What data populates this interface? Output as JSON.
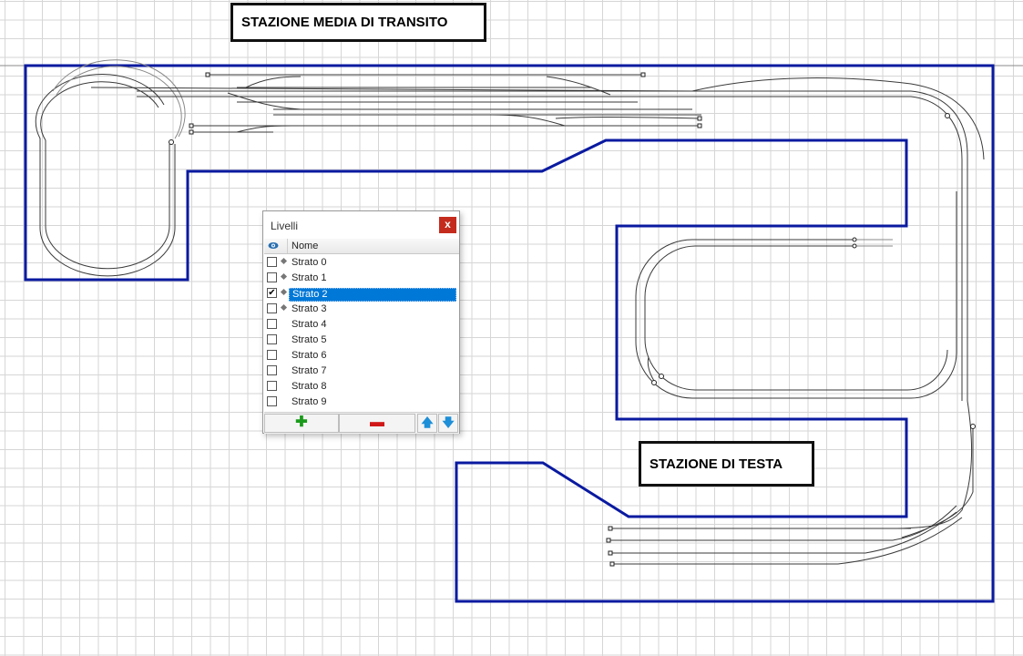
{
  "labels": {
    "transit_station": "STAZIONE MEDIA DI TRANSITO",
    "terminal_station": "STAZIONE DI TESTA"
  },
  "colors": {
    "boundary": "#0a1aa0",
    "track": "#3a3a3a",
    "grid": "#d6d6d6",
    "selection": "#0078d7",
    "close_button": "#c42b1c"
  },
  "layers_panel": {
    "title": "Livelli",
    "close_label": "x",
    "column_header": "Nome",
    "layers": [
      {
        "name": "Strato 0",
        "checked": false,
        "has_marker": true
      },
      {
        "name": "Strato 1",
        "checked": false,
        "has_marker": true
      },
      {
        "name": "Strato 2",
        "checked": true,
        "has_marker": true,
        "selected": true
      },
      {
        "name": "Strato 3",
        "checked": false,
        "has_marker": true
      },
      {
        "name": "Strato 4",
        "checked": false,
        "has_marker": false
      },
      {
        "name": "Strato 5",
        "checked": false,
        "has_marker": false
      },
      {
        "name": "Strato 6",
        "checked": false,
        "has_marker": false
      },
      {
        "name": "Strato 7",
        "checked": false,
        "has_marker": false
      },
      {
        "name": "Strato 8",
        "checked": false,
        "has_marker": false
      },
      {
        "name": "Strato 9",
        "checked": false,
        "has_marker": false
      }
    ],
    "toolbar": {
      "add_icon": "plus-icon",
      "add_glyph": "✚",
      "remove_icon": "minus-icon",
      "remove_glyph": "▬",
      "up_icon": "arrow-up-icon",
      "up_glyph": "🡅",
      "down_icon": "arrow-down-icon",
      "down_glyph": "🡇"
    }
  }
}
